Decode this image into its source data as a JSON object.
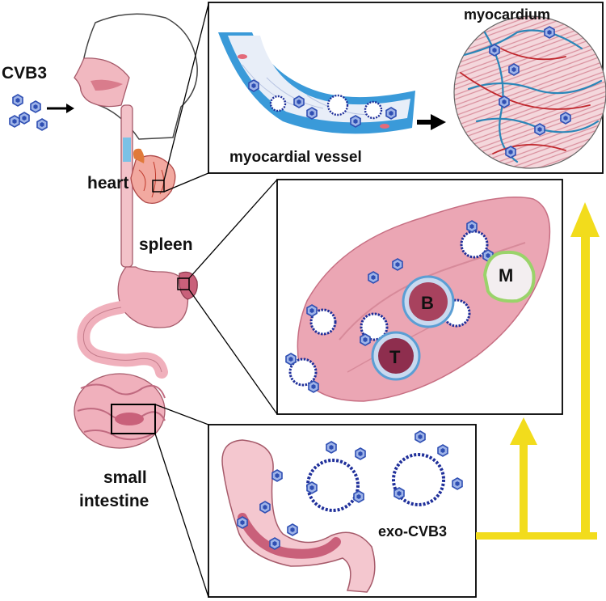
{
  "labels": {
    "virus": "CVB3",
    "heart": "heart",
    "spleen": "spleen",
    "small_intestine_line1": "small",
    "small_intestine_line2": "intestine",
    "myocardium": "myocardium",
    "myocardial_vessel": "myocardial vessel",
    "exosome": "exo-CVB3",
    "cell_b": "B",
    "cell_t": "T",
    "cell_m": "M"
  },
  "colors": {
    "tissue_pink": "#e9a3b0",
    "tissue_dark": "#c9607a",
    "vessel_blue": "#3a9ad9",
    "virus_blue": "#2f4fb3",
    "exosome_ring": "#1f2f9a",
    "arrow_yellow": "#f2dc1c",
    "b_cell": "#a8425e",
    "t_cell": "#8e2e4e",
    "m_cell_ring": "#9ad36a"
  },
  "icons": [
    "virus-particle-icon",
    "exosome-icon",
    "arrow-right-icon",
    "arrow-up-icon"
  ]
}
